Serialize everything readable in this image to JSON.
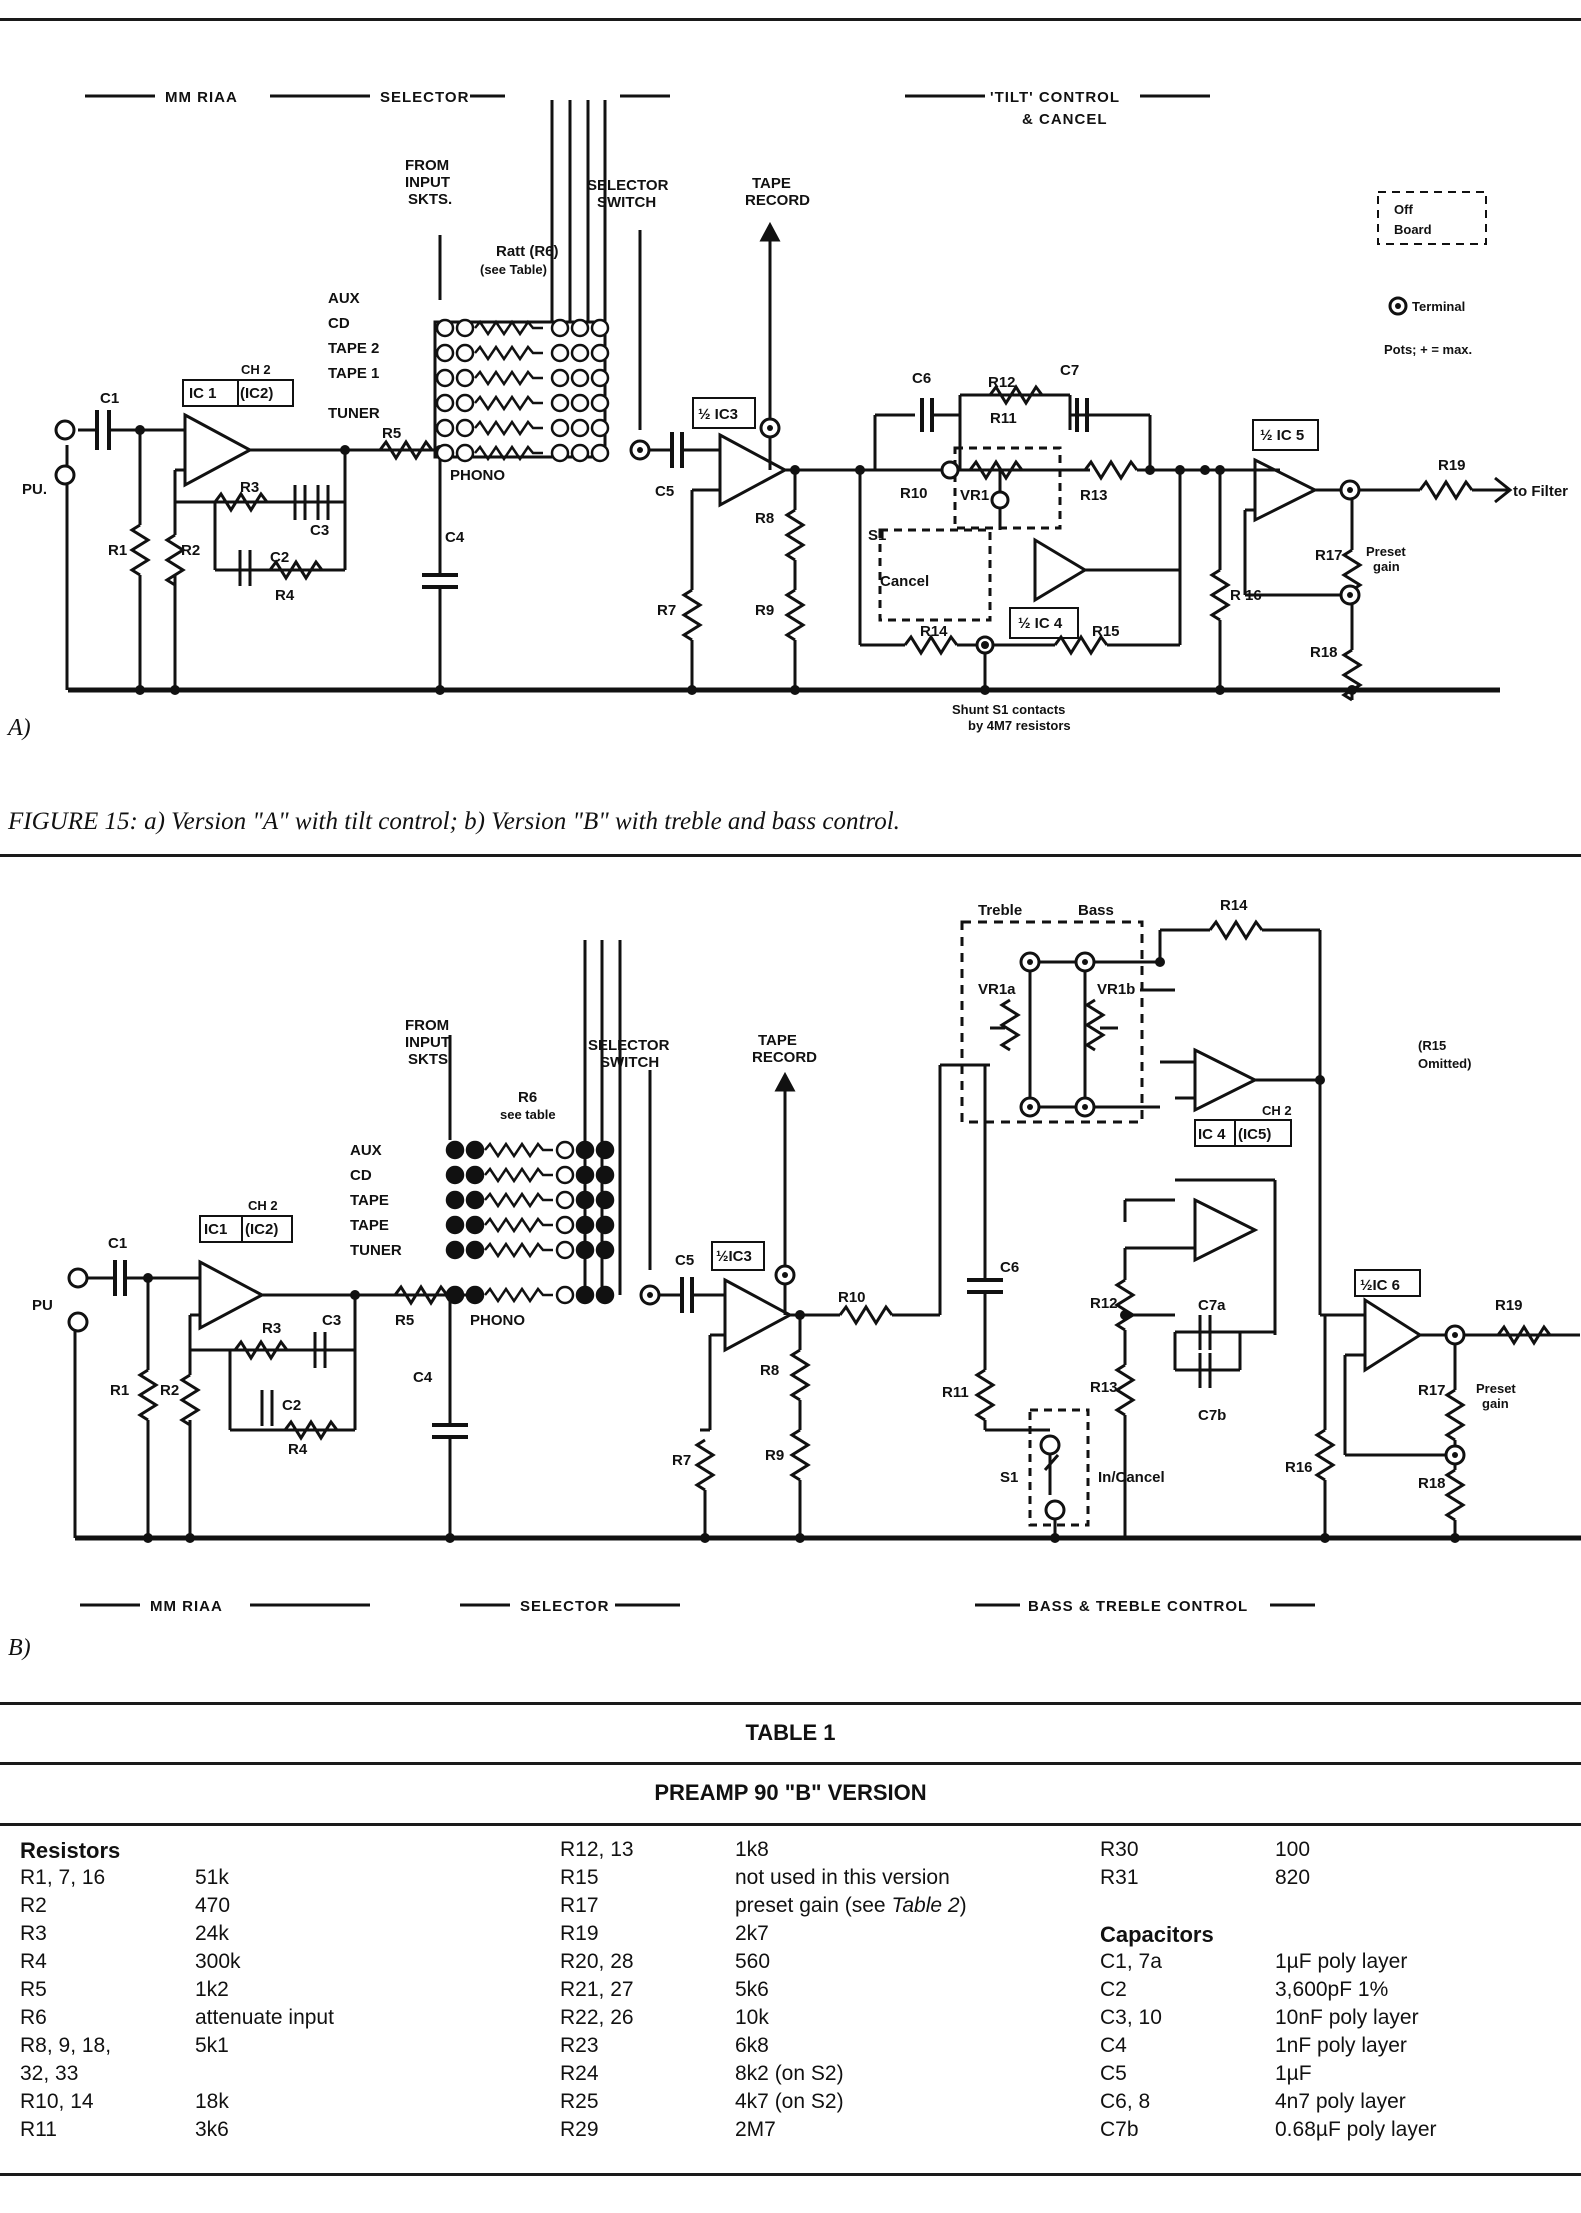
{
  "figure_a": {
    "section_labels": [
      "MM RIAA",
      "SELECTOR",
      "'TILT' CONTROL",
      "& CANCEL"
    ],
    "from_input": [
      "FROM",
      "INPUT",
      "SKTS."
    ],
    "selector_switch": [
      "SELECTOR",
      "SWITCH"
    ],
    "tape_record": [
      "TAPE",
      "RECORD"
    ],
    "ratt": "Ratt (R6)",
    "see_table": "(see Table)",
    "inputs": [
      "AUX",
      "CD",
      "TAPE 2",
      "TAPE 1",
      "TUNER",
      "PHONO"
    ],
    "off_board": [
      "Off",
      "Board"
    ],
    "terminal": "Terminal",
    "pots": "Pots; + = max.",
    "components": {
      "pu": "PU.",
      "c1": "C1",
      "ch2": "CH 2",
      "ic1": "IC 1",
      "ic2": "(IC2)",
      "r1": "R1",
      "r2": "R2",
      "r3": "R3",
      "c2": "C2",
      "c3": "C3",
      "r4": "R4",
      "r5": "R5",
      "c4": "C4",
      "c5": "C5",
      "ic3": "½ IC3",
      "r7": "R7",
      "r8": "R8",
      "r9": "R9",
      "c6": "C6",
      "r10": "R10",
      "r11": "R11",
      "r12": "R12",
      "c7": "C7",
      "vr1": "VR1",
      "r13": "R13",
      "s1": "S1",
      "cancel": "Cancel",
      "r14": "R14",
      "ic4": "½ IC 4",
      "r15": "R15",
      "r16": "R 16",
      "ic5": "½ IC 5",
      "r17": "R17",
      "r18": "R18",
      "r19": "R19",
      "preset": "Preset",
      "gain": "gain",
      "to_filter": "to Filter",
      "shunt": [
        "Shunt S1 contacts",
        "by 4M7 resistors"
      ]
    },
    "letter": "A)"
  },
  "caption": "FIGURE 15: a) Version \"A\" with tilt control; b) Version \"B\" with treble and bass control.",
  "figure_b": {
    "section_labels": [
      "MM RIAA",
      "SELECTOR",
      "BASS & TREBLE CONTROL"
    ],
    "from_input": [
      "FROM",
      "INPUT",
      "SKTS."
    ],
    "selector_switch": [
      "SELECTOR",
      "SWITCH"
    ],
    "tape_record": [
      "TAPE",
      "RECORD"
    ],
    "r6": "R6",
    "see_table": "see table",
    "inputs": [
      "AUX",
      "CD",
      "TAPE",
      "TAPE",
      "TUNER",
      "PHONO"
    ],
    "components": {
      "pu": "PU",
      "c1": "C1",
      "ch2": "CH 2",
      "ic1": "IC1",
      "ic2": "(IC2)",
      "r1": "R1",
      "r2": "R2",
      "r3": "R3",
      "c3": "C3",
      "c2": "C2",
      "r4": "R4",
      "r5": "R5",
      "c4": "C4",
      "c5": "C5",
      "ic3": "½IC3",
      "r7": "R7",
      "r8": "R8",
      "r9": "R9",
      "r10": "R10",
      "treble": "Treble",
      "bass": "Bass",
      "vr1a": "VR1a",
      "vr1b": "VR1b",
      "r14": "R14",
      "ic4": "IC 4",
      "ic5": "(IC5)",
      "ch2b": "CH 2",
      "r15_omitted": [
        "(R15",
        "Omitted)"
      ],
      "c6": "C6",
      "r11": "R11",
      "r12": "R12",
      "r13": "R13",
      "c7a": "C7a",
      "c7b": "C7b",
      "s1": "S1",
      "in_cancel": "In/Cancel",
      "r16": "R16",
      "ic6": "½IC 6",
      "r17": "R17",
      "r18": "R18",
      "r19": "R19",
      "preset": "Preset",
      "gain": "gain"
    },
    "letter": "B)"
  },
  "table": {
    "title": "TABLE 1",
    "subtitle": "PREAMP 90 \"B\" VERSION",
    "col1_head": "Resistors",
    "col1": [
      [
        "R1, 7, 16",
        "51k"
      ],
      [
        "R2",
        "470"
      ],
      [
        "R3",
        "24k"
      ],
      [
        "R4",
        "300k"
      ],
      [
        "R5",
        "1k2"
      ],
      [
        "R6",
        "attenuate input"
      ],
      [
        "R8, 9, 18,",
        "5k1"
      ],
      [
        "32, 33",
        ""
      ],
      [
        "R10, 14",
        "18k"
      ],
      [
        "R11",
        "3k6"
      ]
    ],
    "col2": [
      [
        "R12, 13",
        "1k8"
      ],
      [
        "R15",
        "not used in this version"
      ],
      [
        "R17",
        "preset gain (see ",
        "Table 2",
        ")"
      ],
      [
        "R19",
        "2k7"
      ],
      [
        "R20, 28",
        "560"
      ],
      [
        "R21, 27",
        "5k6"
      ],
      [
        "R22, 26",
        "10k"
      ],
      [
        "R23",
        "6k8"
      ],
      [
        "R24",
        "8k2 (on S2)"
      ],
      [
        "R25",
        "4k7 (on S2)"
      ],
      [
        "R29",
        "2M7"
      ]
    ],
    "col3_top": [
      [
        "R30",
        "100"
      ],
      [
        "R31",
        "820"
      ]
    ],
    "col3_head": "Capacitors",
    "col3": [
      [
        "C1, 7a",
        "1µF poly layer"
      ],
      [
        "C2",
        "3,600pF 1%"
      ],
      [
        "C3, 10",
        "10nF poly layer"
      ],
      [
        "C4",
        "1nF poly layer"
      ],
      [
        "C5",
        "1µF"
      ],
      [
        "C6, 8",
        "4n7 poly layer"
      ],
      [
        "C7b",
        "0.68µF poly layer"
      ]
    ]
  }
}
